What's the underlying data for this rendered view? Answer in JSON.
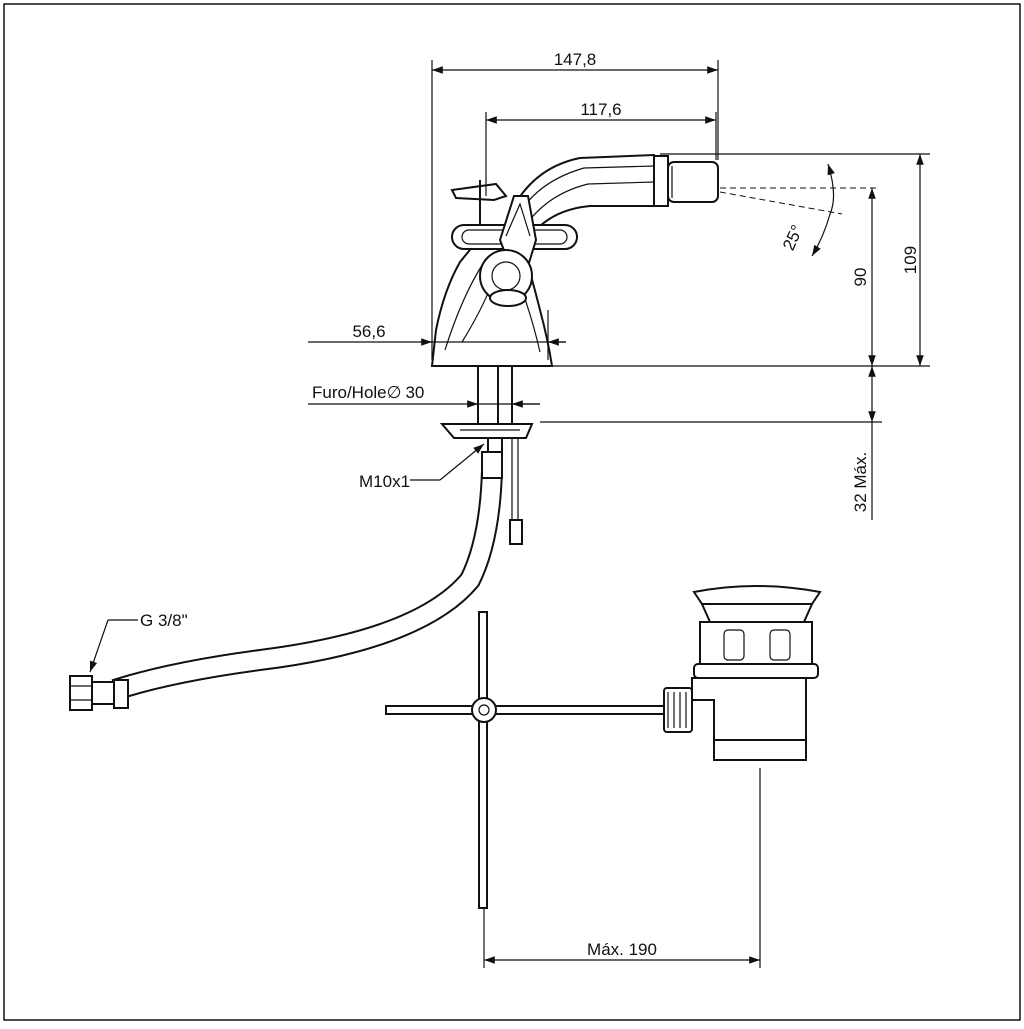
{
  "dimensions": {
    "overall_width": "147,8",
    "spout_width": "117,6",
    "base_offset": "56,6",
    "overall_height": "109",
    "spout_height": "90",
    "spray_angle": "25°",
    "hole_label": "Furo/Hole",
    "hole_symbol": "∅",
    "hole_value": "30",
    "max_deck": "32 Máx.",
    "max_drain": "Máx. 190"
  },
  "callouts": {
    "thread": "M10x1",
    "connection": "G 3/8\""
  }
}
